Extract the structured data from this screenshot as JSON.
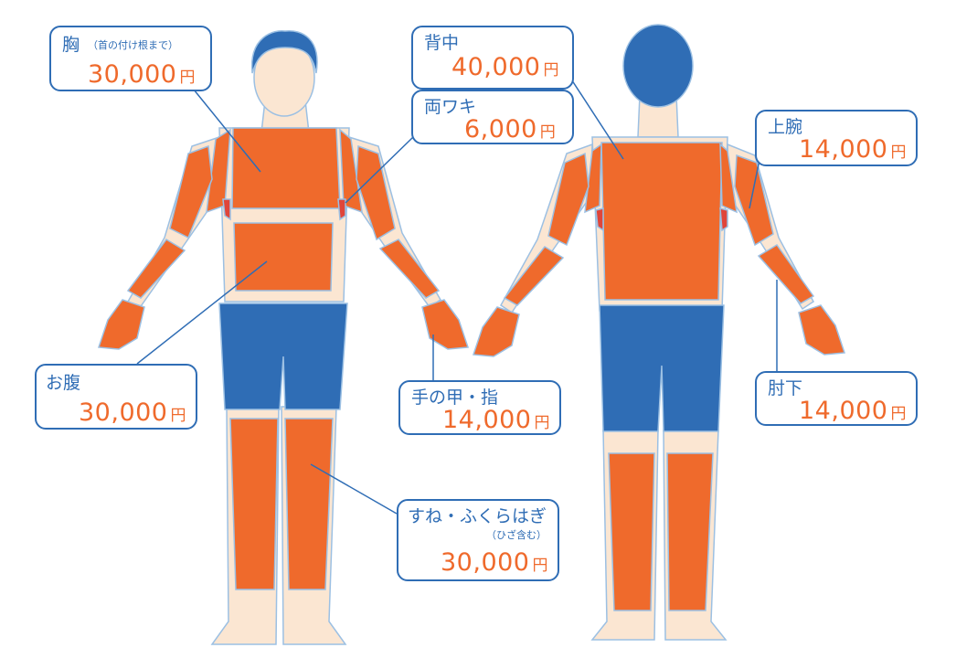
{
  "colors": {
    "skin": "#fbe6d2",
    "orange": "#ef6a2c",
    "blue": "#2f6db5",
    "red": "#e0453a",
    "outline": "#9cc0e3"
  },
  "currency": "円",
  "labels": [
    {
      "id": "chest",
      "name": "胸",
      "note": "（首の付け根まで）",
      "price": "30,000"
    },
    {
      "id": "back",
      "name": "背中",
      "note": "",
      "price": "40,000"
    },
    {
      "id": "underarms",
      "name": "両ワキ",
      "note": "",
      "price": "6,000"
    },
    {
      "id": "upper-arm",
      "name": "上腕",
      "note": "",
      "price": "14,000"
    },
    {
      "id": "belly",
      "name": "お腹",
      "note": "",
      "price": "30,000"
    },
    {
      "id": "hands",
      "name": "手の甲・指",
      "note": "",
      "price": "14,000"
    },
    {
      "id": "forearm",
      "name": "肘下",
      "note": "",
      "price": "14,000"
    },
    {
      "id": "legs",
      "name": "すね・ふくらはぎ",
      "note": "（ひざ含む）",
      "price": "30,000"
    }
  ]
}
